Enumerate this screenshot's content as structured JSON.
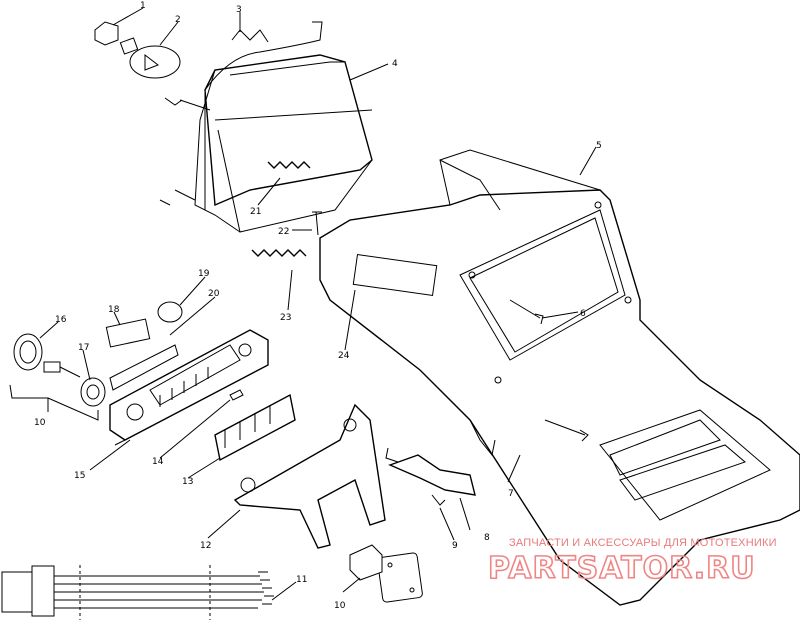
{
  "callouts": [
    {
      "id": "c1",
      "text": "1"
    },
    {
      "id": "c2",
      "text": "2"
    },
    {
      "id": "c3",
      "text": "3"
    },
    {
      "id": "c4",
      "text": "4"
    },
    {
      "id": "c5",
      "text": "5"
    },
    {
      "id": "c6",
      "text": "6"
    },
    {
      "id": "c7",
      "text": "7"
    },
    {
      "id": "c8",
      "text": "8"
    },
    {
      "id": "c9",
      "text": "9"
    },
    {
      "id": "c10a",
      "text": "10"
    },
    {
      "id": "c10b",
      "text": "10"
    },
    {
      "id": "c11",
      "text": "11"
    },
    {
      "id": "c12",
      "text": "12"
    },
    {
      "id": "c13",
      "text": "13"
    },
    {
      "id": "c14",
      "text": "14"
    },
    {
      "id": "c15",
      "text": "15"
    },
    {
      "id": "c16",
      "text": "16"
    },
    {
      "id": "c17",
      "text": "17"
    },
    {
      "id": "c18",
      "text": "18"
    },
    {
      "id": "c19",
      "text": "19"
    },
    {
      "id": "c20",
      "text": "20"
    },
    {
      "id": "c21",
      "text": "21"
    },
    {
      "id": "c22",
      "text": "22"
    },
    {
      "id": "c23",
      "text": "23"
    },
    {
      "id": "c24",
      "text": "24"
    }
  ],
  "watermark": {
    "tagline": "ЗАПЧАСТИ И АКСЕССУАРЫ ДЛЯ МОТОТЕХНИКИ",
    "brand": "PARTSATOR.RU",
    "color": "#f08585"
  }
}
